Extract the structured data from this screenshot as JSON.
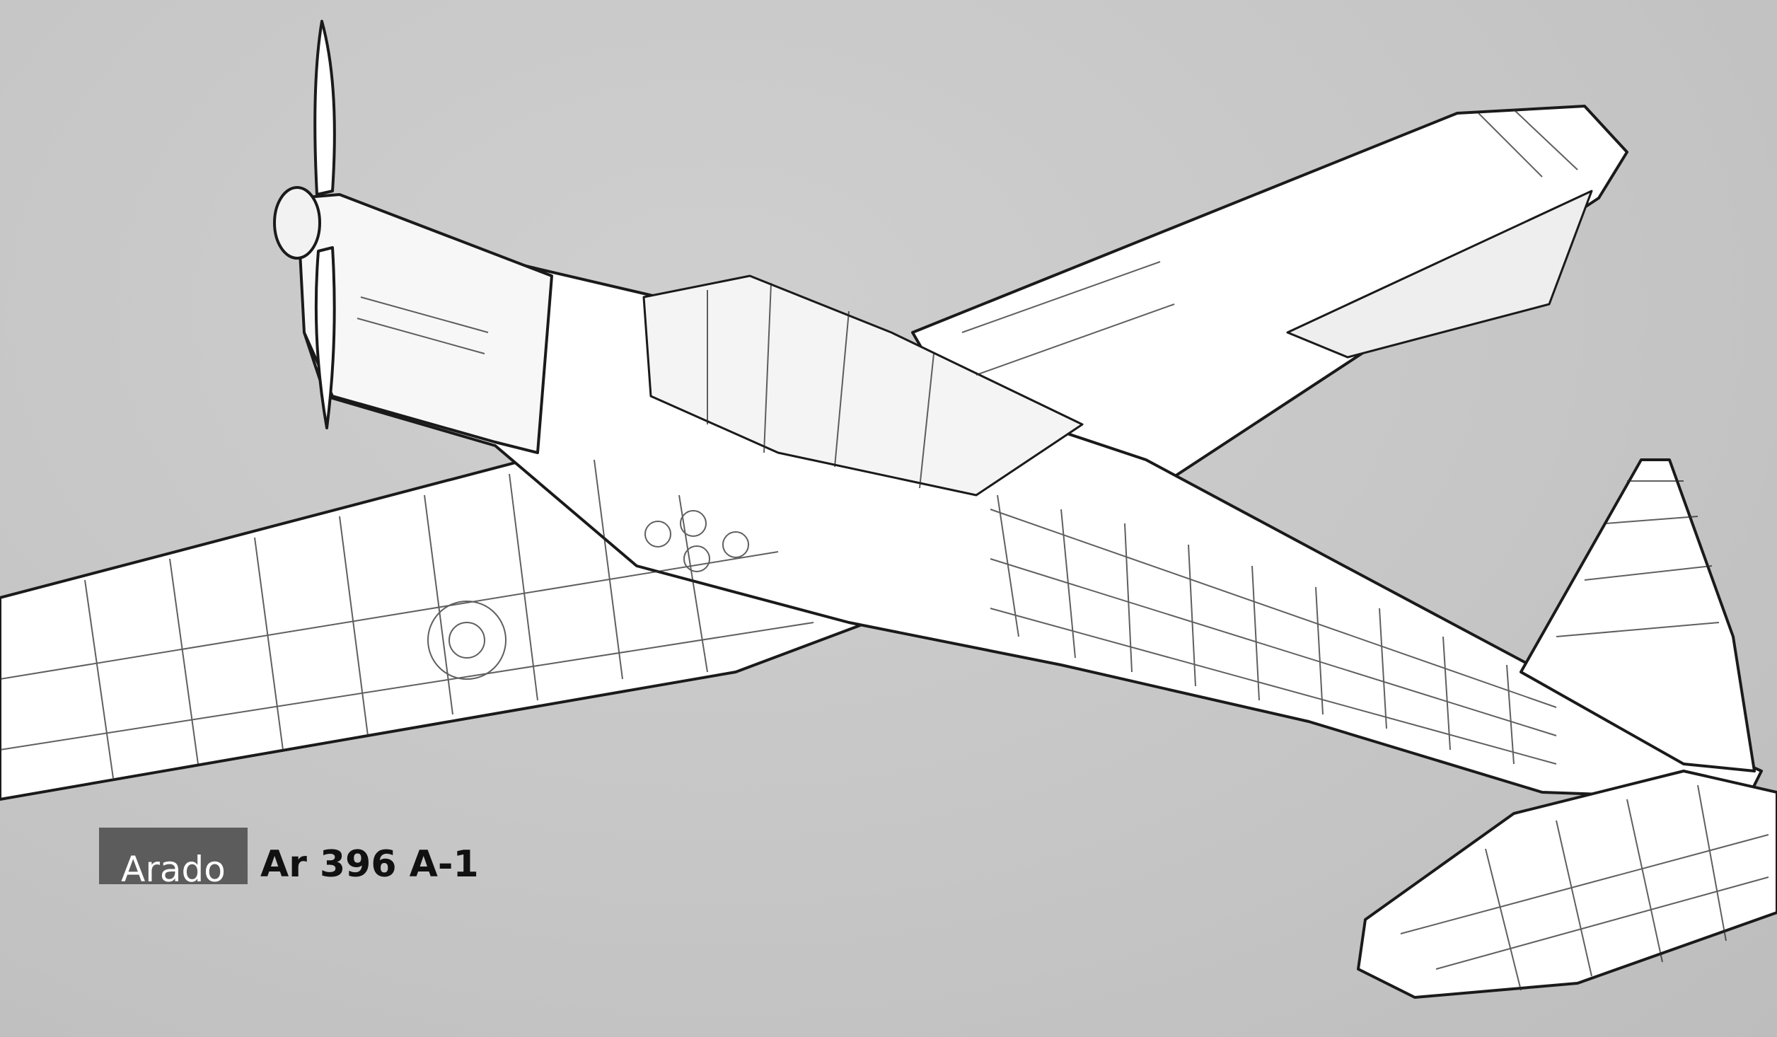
{
  "caption": {
    "maker": "Arado",
    "model": "Ar 396 A-1"
  },
  "illustration": {
    "subject": "cutaway-aircraft-drawing",
    "colors": {
      "background": "#c4c4c4",
      "airframe": "#ffffff",
      "ink": "#1a1a1a",
      "badge": "#5c5c5c"
    }
  }
}
